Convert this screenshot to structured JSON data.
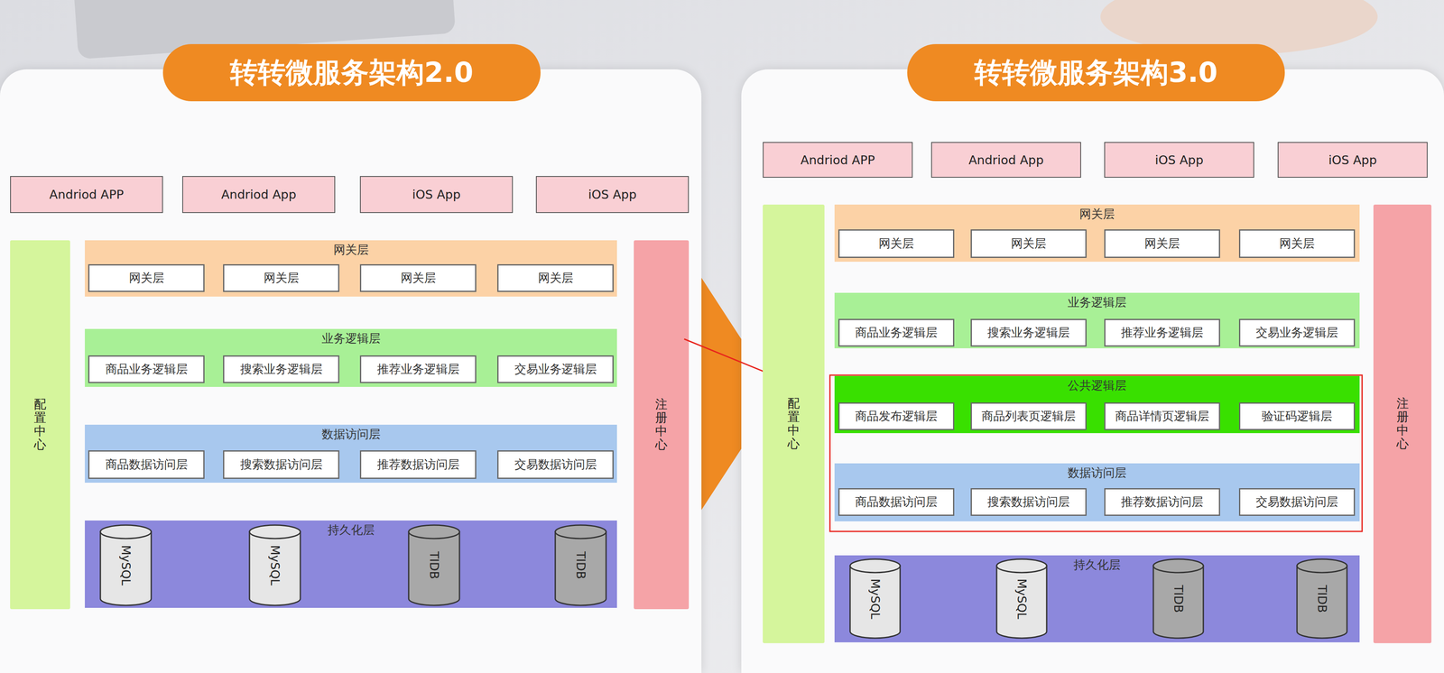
{
  "diagram": {
    "nodes": [
      {
        "text": [
          "转转微服务架构2.0"
        ]
      },
      {
        "text": [
          "Andriod APP"
        ],
        "in": 0
      },
      {
        "text": [
          "Andriod App"
        ],
        "in": 0
      },
      {
        "text": [
          "iOS App"
        ],
        "in": 0
      },
      {
        "text": [
          "iOS App"
        ],
        "in": 0
      },
      {
        "text": [
          "配置中心"
        ],
        "in": 0
      },
      {
        "text": [
          "网关层"
        ],
        "in": 0
      },
      {
        "text": [
          "网关层"
        ],
        "in": 6
      },
      {
        "text": [
          "网关层"
        ],
        "in": 6
      },
      {
        "text": [
          "网关层"
        ],
        "in": 6
      },
      {
        "text": [
          "网关层"
        ],
        "in": 6
      },
      {
        "text": [
          "业务逻辑层"
        ],
        "in": 0
      },
      {
        "text": [
          "商品业务逻辑层"
        ],
        "in": 11
      },
      {
        "text": [
          "搜索业务逻辑层"
        ],
        "in": 11
      },
      {
        "text": [
          "推荐业务逻辑层"
        ],
        "in": 11
      },
      {
        "text": [
          "交易业务逻辑层"
        ],
        "in": 11
      },
      {
        "text": [
          "数据访问层"
        ],
        "in": 0
      },
      {
        "text": [
          "商品数据访问层"
        ],
        "in": 16
      },
      {
        "text": [
          "搜索数据访问层"
        ],
        "in": 16
      },
      {
        "text": [
          "推荐数据访问层"
        ],
        "in": 16
      },
      {
        "text": [
          "交易数据访问层"
        ],
        "in": 16
      },
      {
        "text": [
          "持久化层"
        ],
        "in": 0
      },
      {
        "text": [
          "MySQL"
        ],
        "in": 21
      },
      {
        "text": [
          "MySQL"
        ],
        "in": 21
      },
      {
        "text": [
          "TIDB"
        ],
        "in": 21
      },
      {
        "text": [
          "TIDB"
        ],
        "in": 21
      },
      {
        "text": [
          "注册中心"
        ],
        "in": 0
      },
      {
        "text": [
          "转转微服务架构3.0"
        ]
      },
      {
        "text": [
          "Andriod APP"
        ],
        "in": 27
      },
      {
        "text": [
          "Andriod App"
        ],
        "in": 27
      },
      {
        "text": [
          "iOS App"
        ],
        "in": 27
      },
      {
        "text": [
          "iOS App"
        ],
        "in": 27
      },
      {
        "text": [
          "配置中心"
        ],
        "in": 27
      },
      {
        "text": [
          "网关层"
        ],
        "in": 27
      },
      {
        "text": [
          "网关层"
        ],
        "in": 33
      },
      {
        "text": [
          "网关层"
        ],
        "in": 33
      },
      {
        "text": [
          "网关层"
        ],
        "in": 33
      },
      {
        "text": [
          "网关层"
        ],
        "in": 33
      },
      {
        "text": [
          "业务逻辑层"
        ],
        "in": 27
      },
      {
        "text": [
          "商品业务逻辑层"
        ],
        "in": 38
      },
      {
        "text": [
          "搜索业务逻辑层"
        ],
        "in": 38
      },
      {
        "text": [
          "推荐业务逻辑层"
        ],
        "in": 38
      },
      {
        "text": [
          "交易业务逻辑层"
        ],
        "in": 38
      },
      {
        "text": [
          "公共逻辑层"
        ],
        "in": 27
      },
      {
        "text": [
          "商品发布逻辑层"
        ],
        "in": 43
      },
      {
        "text": [
          "商品列表页逻辑层"
        ],
        "in": 43
      },
      {
        "text": [
          "商品详情页逻辑层"
        ],
        "in": 43
      },
      {
        "text": [
          "验证码逻辑层"
        ],
        "in": 43
      },
      {
        "text": [
          "数据访问层"
        ],
        "in": 27
      },
      {
        "text": [
          "商品数据访问层"
        ],
        "in": 48
      },
      {
        "text": [
          "搜索数据访问层"
        ],
        "in": 48
      },
      {
        "text": [
          "推荐数据访问层"
        ],
        "in": 48
      },
      {
        "text": [
          "交易数据访问层"
        ],
        "in": 48
      },
      {
        "text": [
          "持久化层"
        ],
        "in": 27
      },
      {
        "text": [
          "MySQL"
        ],
        "in": 53
      },
      {
        "text": [
          "MySQL"
        ],
        "in": 53
      },
      {
        "text": [
          "TIDB"
        ],
        "in": 53
      },
      {
        "text": [
          "TIDB"
        ],
        "in": 53
      },
      {
        "text": [
          "注册中心"
        ],
        "in": 27
      }
    ]
  }
}
